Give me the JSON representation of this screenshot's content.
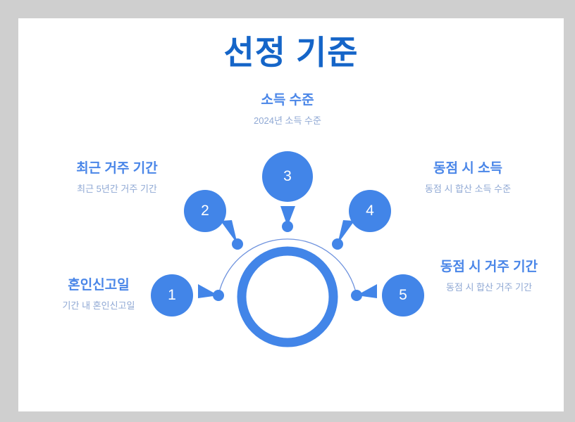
{
  "slide": {
    "title": "선정 기준",
    "title_color": "#1565c8",
    "accent_color": "#4285e8",
    "heading_color": "#4a86e8",
    "subtitle_color": "#8fa8d4",
    "frame_color": "#cfcfcf",
    "background_color": "#ffffff"
  },
  "items": [
    {
      "number": "1",
      "heading": "혼인신고일",
      "subtitle": "기간 내 혼인신고일"
    },
    {
      "number": "2",
      "heading": "최근 거주 기간",
      "subtitle": "최근 5년간 거주 기간"
    },
    {
      "number": "3",
      "heading": "소득 수준",
      "subtitle": "2024년 소득 수준"
    },
    {
      "number": "4",
      "heading": "동점 시 소득",
      "subtitle": "동점 시 합산 소득 수준"
    },
    {
      "number": "5",
      "heading": "동점 시 거주 기간",
      "subtitle": "동점 시 합산 거주 기간"
    }
  ]
}
